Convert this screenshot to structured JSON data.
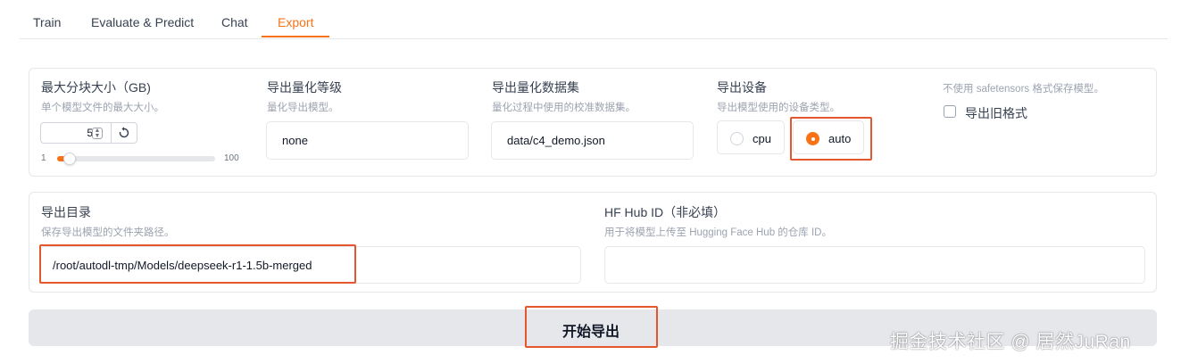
{
  "tabs": [
    {
      "label": "Train",
      "active": false
    },
    {
      "label": "Evaluate & Predict",
      "active": false
    },
    {
      "label": "Chat",
      "active": false
    },
    {
      "label": "Export",
      "active": true
    }
  ],
  "export_settings": {
    "max_shard_size": {
      "label": "最大分块大小（GB)",
      "description": "单个模型文件的最大大小。",
      "value": "5",
      "slider_min": "1",
      "slider_max": "100",
      "reset_icon": "reset-icon"
    },
    "quantization_bit": {
      "label": "导出量化等级",
      "description": "量化导出模型。",
      "value": "none"
    },
    "quantization_dataset": {
      "label": "导出量化数据集",
      "description": "量化过程中使用的校准数据集。",
      "value": "data/c4_demo.json"
    },
    "export_device": {
      "label": "导出设备",
      "description": "导出模型使用的设备类型。",
      "options": [
        "cpu",
        "auto"
      ],
      "selected": "auto"
    },
    "legacy_format": {
      "description": "不使用 safetensors 格式保存模型。",
      "label": "导出旧格式",
      "checked": false
    }
  },
  "export_paths": {
    "export_dir": {
      "label": "导出目录",
      "description": "保存导出模型的文件夹路径。",
      "value": "/root/autodl-tmp/Models/deepseek-r1-1.5b-merged"
    },
    "hub_id": {
      "label": "HF Hub ID（非必填）",
      "description": "用于将模型上传至 Hugging Face Hub 的仓库 ID。",
      "value": ""
    }
  },
  "actions": {
    "start_export": "开始导出"
  },
  "watermark": "掘金技术社区 @ 居然JuRan",
  "colors": {
    "accent": "#f97316",
    "highlight": "#e4572e",
    "button_bg": "#e5e7eb"
  },
  "max_shard_slider_value": 5
}
